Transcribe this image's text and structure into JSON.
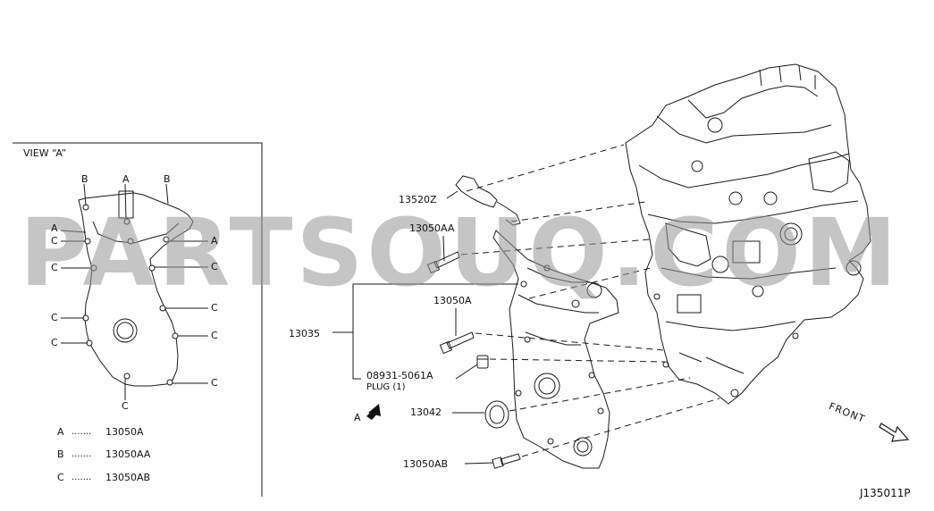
{
  "view_panel": {
    "title": "VIEW “A”",
    "callouts": {
      "a1": "A",
      "a2": "A",
      "a3": "A",
      "b1": "B",
      "b2": "B",
      "c1": "C",
      "c2": "C",
      "c3": "C",
      "c4": "C",
      "c5": "C",
      "c6": "C",
      "c7": "C",
      "c8": "C",
      "c9": "C"
    },
    "legend": [
      {
        "key": "A",
        "dots": ".......",
        "part": "13050A"
      },
      {
        "key": "B",
        "dots": ".......",
        "part": "13050AA"
      },
      {
        "key": "C",
        "dots": ".......",
        "part": "13050AB"
      }
    ]
  },
  "parts": {
    "p13520z": "13520Z",
    "p13050aa": "13050AA",
    "p13050a": "13050A",
    "p13035": "13035",
    "p08931": "08931-5061A",
    "plug": "PLUG (1)",
    "p13042": "13042",
    "p13050ab": "13050AB"
  },
  "view_marker": "A",
  "front_label": "FRONT",
  "diagram_code": "J135011P",
  "watermark": "PARTSOUQ.COM"
}
